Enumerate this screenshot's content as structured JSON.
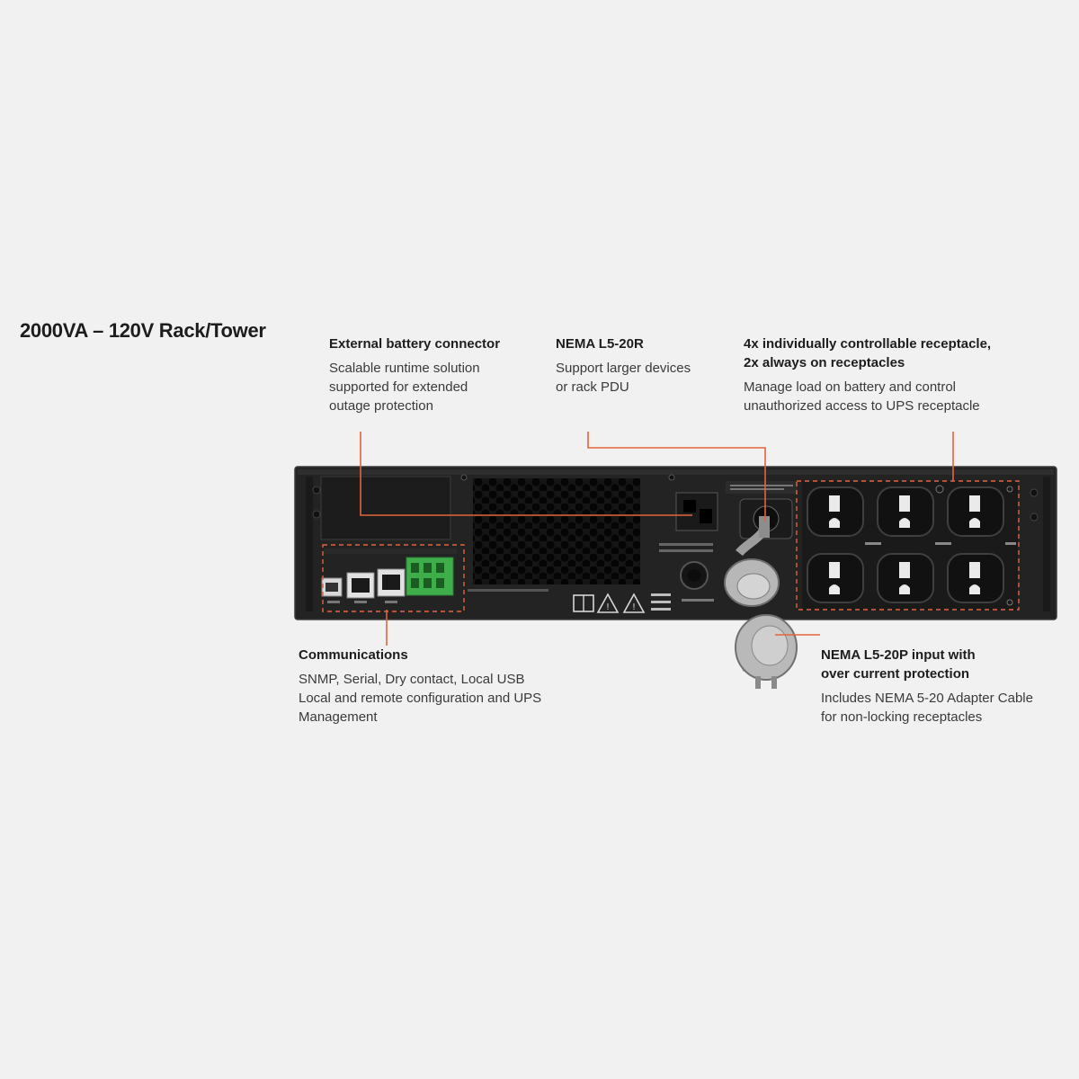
{
  "title": "2000VA – 120V Rack/Tower",
  "callouts": {
    "battery": {
      "heading": "External battery connector",
      "lines": [
        "Scalable runtime solution",
        "supported for extended",
        "outage protection"
      ]
    },
    "nema20r": {
      "heading": "NEMA L5-20R",
      "lines": [
        "Support larger devices",
        "or rack PDU"
      ]
    },
    "receptacles": {
      "heading_lines": [
        "4x individually controllable receptacle,",
        "2x always on receptacles"
      ],
      "lines": [
        "Manage load on battery and control",
        "unauthorized access to UPS receptacle"
      ]
    },
    "communications": {
      "heading": "Communications",
      "lines": [
        "SNMP, Serial, Dry contact, Local USB",
        "Local and remote configuration and UPS",
        "Management"
      ]
    },
    "input": {
      "heading_lines": [
        "NEMA L5-20P input with",
        "over current protection"
      ],
      "lines": [
        "Includes NEMA 5-20 Adapter Cable",
        "for non-locking receptacles"
      ]
    }
  },
  "colors": {
    "background": "#f1f1f1",
    "accent": "#e2643f",
    "chassis": "#232323",
    "terminal_green": "#3fae4a"
  },
  "icons": [
    "usb-port-icon",
    "rj45-port-icon",
    "terminal-block-icon",
    "manual-icon",
    "warning-icon",
    "nema-receptacle-icon",
    "power-plug-icon"
  ]
}
